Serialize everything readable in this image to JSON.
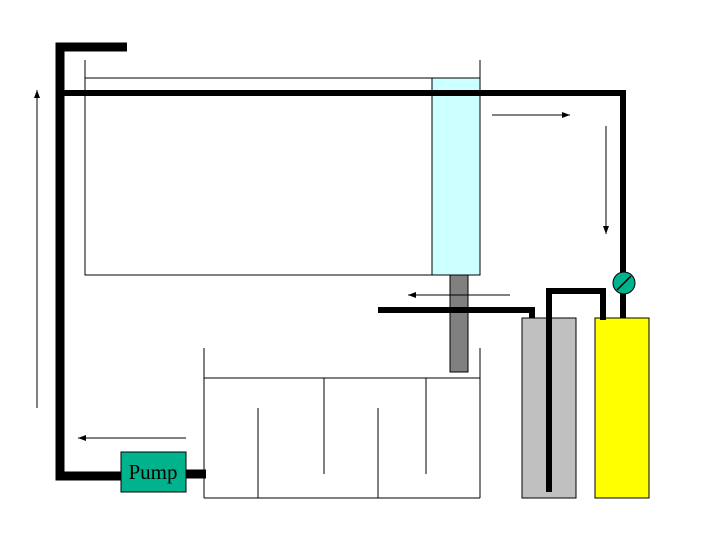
{
  "diagram": {
    "pump": {
      "label": "Pump",
      "color": "#00b38c"
    },
    "colors": {
      "pipe": "#000000",
      "tank_outline": "#000000",
      "column_fill": "#ccffff",
      "drain_tube": "#808080",
      "gray_bottle": "#c0c0c0",
      "yellow_bottle": "#ffff00",
      "valve": "#00b38c"
    },
    "flow_directions": [
      "up",
      "right",
      "down",
      "left",
      "left"
    ]
  }
}
